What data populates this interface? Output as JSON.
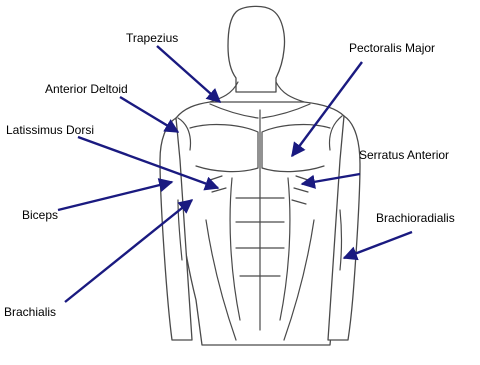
{
  "diagram": {
    "arrow_color": "#1a1a80",
    "labels": {
      "trapezius": "Trapezius",
      "anterior_deltoid": "Anterior Deltoid",
      "latissimus_dorsi": "Latissimus Dorsi",
      "biceps": "Biceps",
      "brachialis": "Brachialis",
      "pectoralis_major": "Pectoralis Major",
      "serratus_anterior": "Serratus Anterior",
      "brachioradialis": "Brachioradialis"
    }
  }
}
